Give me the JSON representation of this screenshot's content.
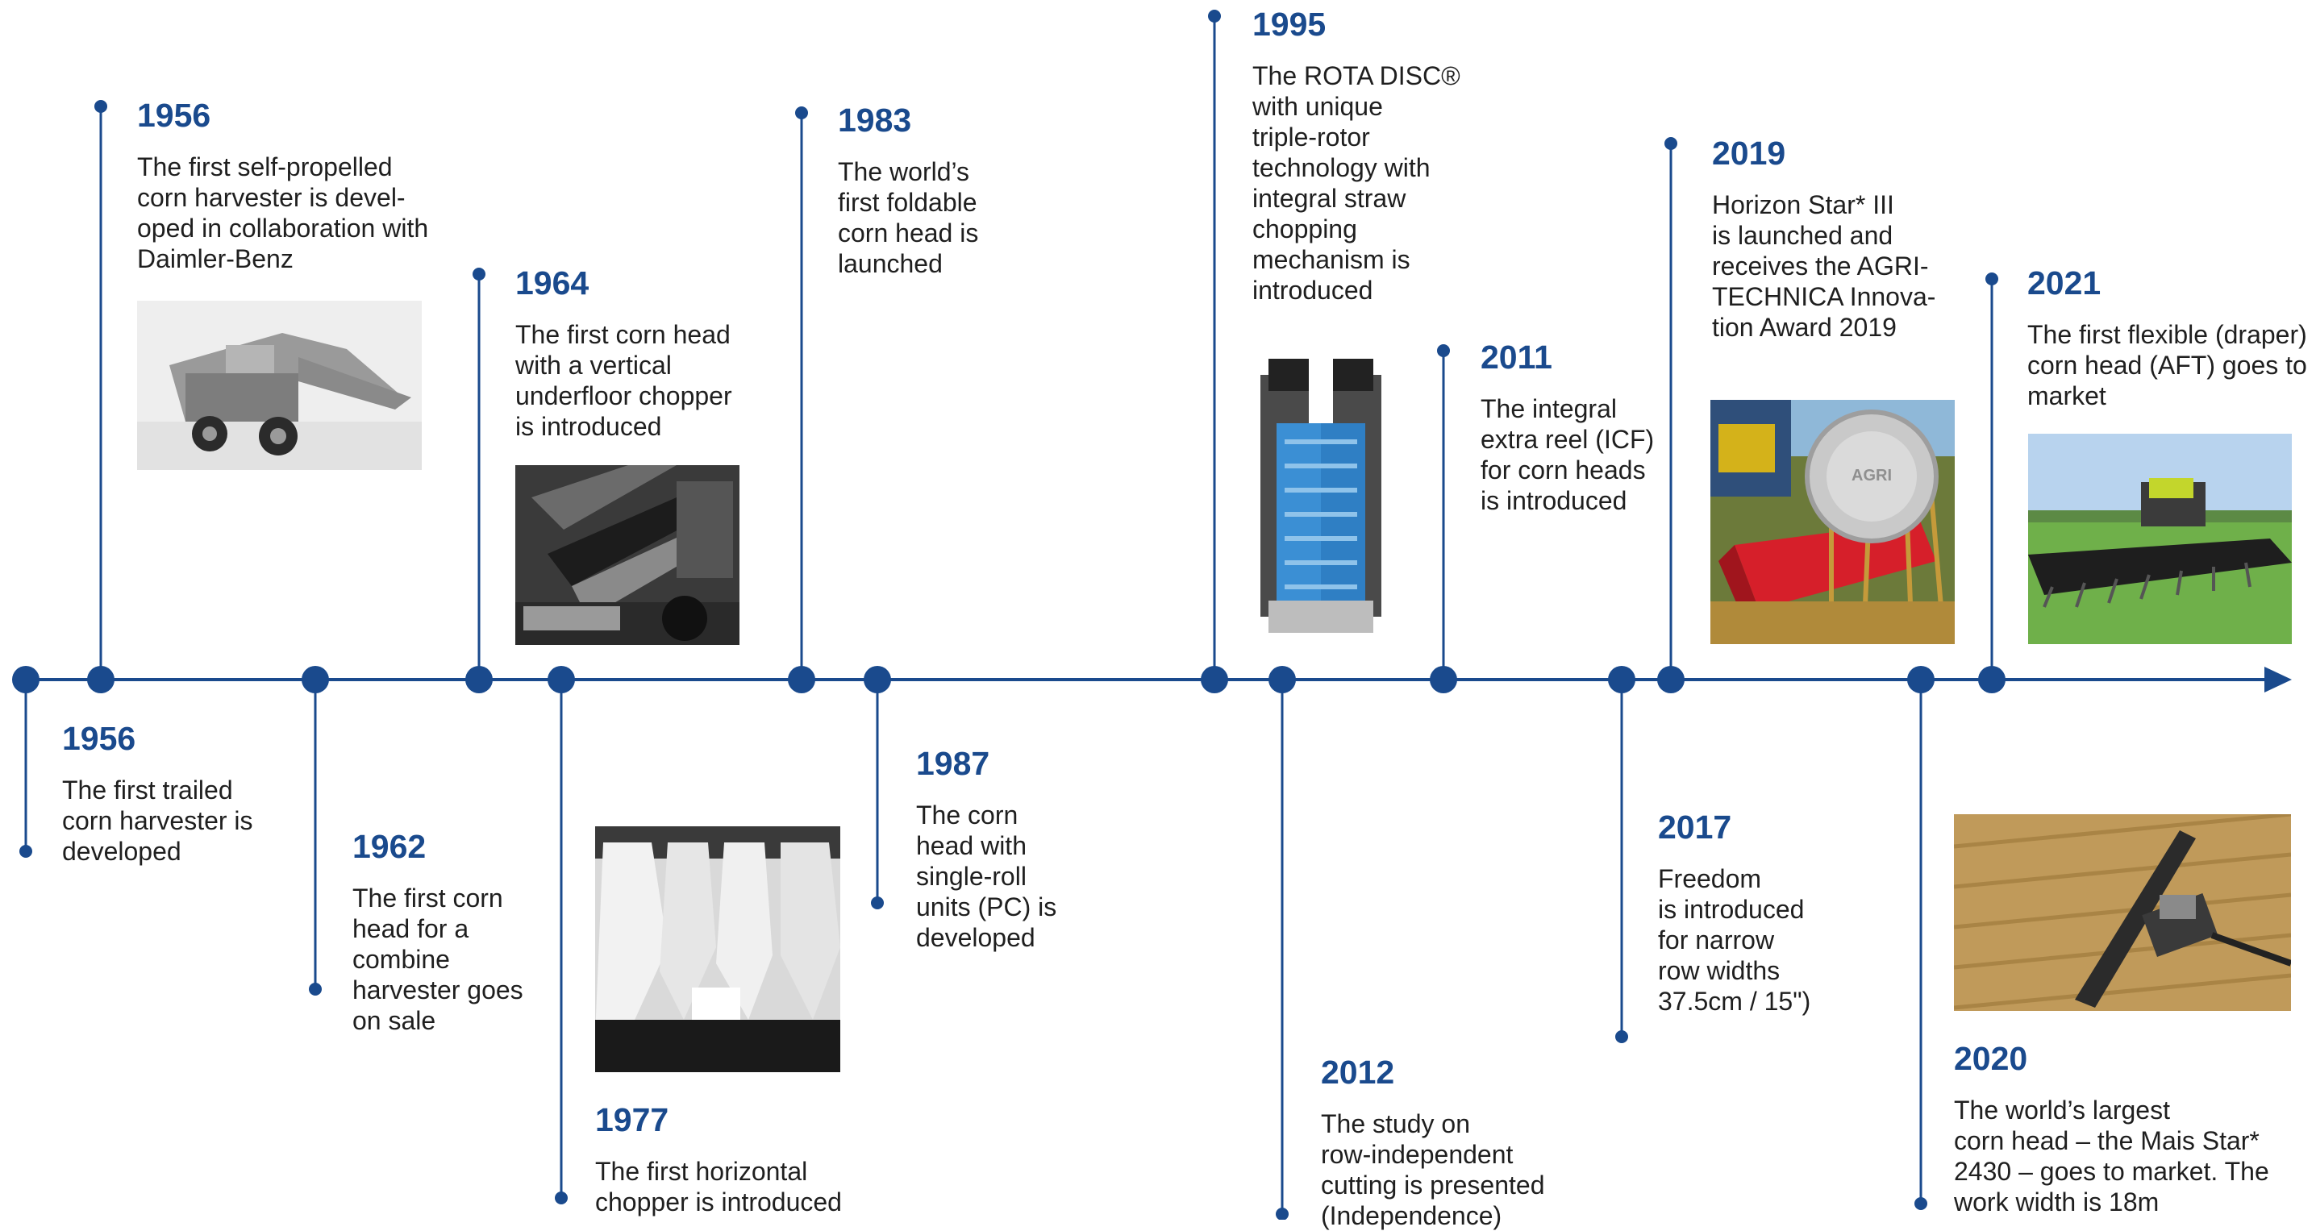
{
  "colors": {
    "accent": "#1a4a8d",
    "text": "#1f1f1f"
  },
  "events": [
    {
      "id": "1956a",
      "year": "1956",
      "text": "The first self-propelled\ncorn harvester is devel-\noped in collaboration with\nDaimler-Benz",
      "side": "top",
      "photo": "black-and-white photo of a self-propelled corn harvester"
    },
    {
      "id": "1956b",
      "year": "1956",
      "text": "The first trailed\ncorn harvester is\ndeveloped",
      "side": "bottom"
    },
    {
      "id": "1962",
      "year": "1962",
      "text": "The first corn\nhead for a\ncombine\nharvester goes\non sale",
      "side": "bottom"
    },
    {
      "id": "1964",
      "year": "1964",
      "text": "The first corn head\nwith a vertical\nunderfloor chopper\nis introduced",
      "side": "top",
      "photo": "black-and-white photo of a vertical underfloor chopper"
    },
    {
      "id": "1977",
      "year": "1977",
      "text": "The first horizontal\nchopper is introduced",
      "side": "bottom",
      "photo": "black-and-white photo of a horizontal chopper"
    },
    {
      "id": "1983",
      "year": "1983",
      "text": "The world’s\nfirst foldable\ncorn head is\nlaunched",
      "side": "top"
    },
    {
      "id": "1987",
      "year": "1987",
      "text": "The corn\nhead with\nsingle-roll\nunits (PC) is\ndeveloped",
      "side": "bottom"
    },
    {
      "id": "1995",
      "year": "1995",
      "text": "The ROTA DISC®\nwith unique\ntriple-rotor\ntechnology with\nintegral straw\nchopping\nmechanism is\nintroduced",
      "side": "top",
      "photo": "photo of blue triple-rotor ROTA DISC units"
    },
    {
      "id": "2012",
      "year": "2012",
      "text": "The study on\nrow-independent\ncutting is presented\n(Independence)",
      "side": "bottom"
    },
    {
      "id": "2011",
      "year": "2011",
      "text": "The integral\nextra reel (ICF)\nfor corn heads\nis introduced",
      "side": "top"
    },
    {
      "id": "2017",
      "year": "2017",
      "text": "Freedom\nis introduced\nfor narrow\nrow widths\n37.5cm / 15\")",
      "side": "bottom"
    },
    {
      "id": "2019",
      "year": "2019",
      "text": "Horizon Star* III\nis launched and\nreceives the AGRI-\nTECHNICA Innova-\ntion Award 2019",
      "side": "top",
      "photo": "photo of red corn head in a cornfield with silver AGRITECHNICA medal"
    },
    {
      "id": "2020",
      "year": "2020",
      "text": "The world’s largest\ncorn head – the Mais Star*\n2430 – goes to market. The\nwork width is 18m",
      "side": "bottom",
      "photo": "aerial photo of a combine with a very wide corn head in a field"
    },
    {
      "id": "2021",
      "year": "2021",
      "text": "The first flexible (draper)\ncorn head (AFT) goes to\nmarket",
      "side": "top",
      "photo": "photo of a combine with a draper corn head on green grass"
    }
  ]
}
